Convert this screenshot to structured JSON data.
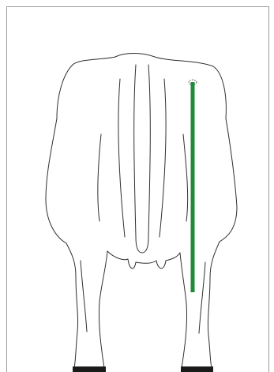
{
  "diagram": {
    "colors": {
      "outline": "#2f2f2f",
      "frame": "#9a9a9a",
      "measure_line": "#1f8a3a",
      "hoof": "#1a1a1a",
      "background": "#ffffff"
    },
    "parts": [
      "body-outline",
      "left-hind-leg",
      "right-hind-leg",
      "udder",
      "tail",
      "measurement-line",
      "measurement-start-marker",
      "hooves"
    ]
  }
}
